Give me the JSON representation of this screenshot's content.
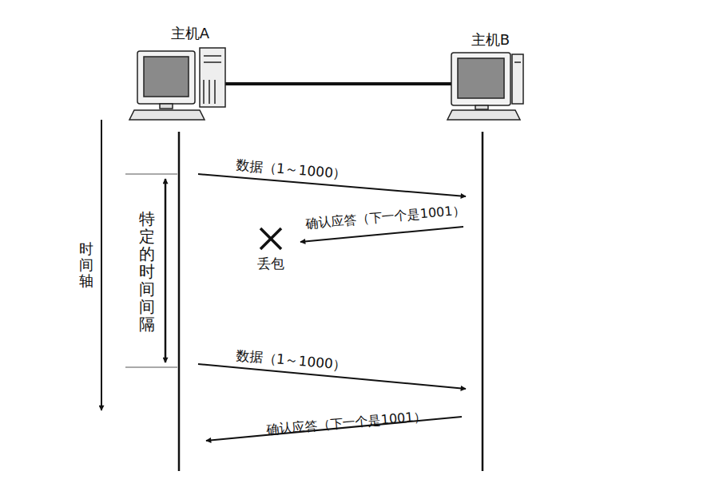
{
  "diagram": {
    "labels": [
      "主机A",
      "主机B",
      "时间轴",
      "特定的时间间隔",
      "数据（1～1000）",
      "确认应答（下一个是1001）",
      "丢包",
      "数据（1～1000）",
      "确认应答（下一个是1001）"
    ]
  }
}
